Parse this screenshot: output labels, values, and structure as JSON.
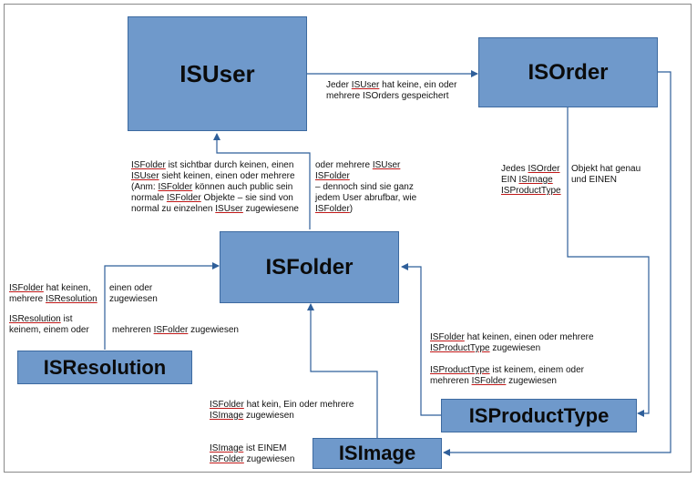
{
  "colors": {
    "entity_fill": "#6f99cb",
    "entity_border": "#3d6aa0",
    "connector": "#2f5f9a",
    "underline": "#c01818"
  },
  "entities": {
    "isuser": "ISUser",
    "isorder": "ISOrder",
    "isfolder": "ISFolder",
    "isresolution": "ISResolution",
    "isproducttype": "ISProductType",
    "isimage": "ISImage"
  },
  "notes": {
    "user_order": {
      "l1": {
        "a": "Jeder ",
        "u": "ISUser",
        "b": " hat keine, ein oder"
      },
      "l2": "mehrere ISOrders gespeichert"
    },
    "folder_user_left": {
      "l1": {
        "u": "ISFolder",
        "b": " ist sichtbar durch keinen, einen"
      },
      "l2": {
        "u": "ISUser",
        "b": " sieht keinen, einen oder mehrere"
      },
      "l3": {
        "a": "(Anm: ",
        "u": "ISFolder",
        "b": " können auch public sein"
      },
      "l4": {
        "a": "normale ",
        "u": "ISFolder",
        "b": " Objekte – sie sind von"
      },
      "l5": {
        "a": "normal zu einzelnen ",
        "u": "ISUser",
        "b": " zugewiesene"
      }
    },
    "folder_user_right": {
      "l1": {
        "a": "oder mehrere ",
        "u": "ISUser"
      },
      "l2": {
        "u": "ISFolder"
      },
      "l3": "– dennoch sind sie ganz",
      "l4": "jedem User abrufbar, wie",
      "l5": {
        "u": "ISFolder",
        "b": ")"
      }
    },
    "order_left": {
      "l1": {
        "a": "Jedes ",
        "u": "ISOrder"
      },
      "l2": {
        "a": "EIN ",
        "u": "ISImage"
      },
      "l3": {
        "u": "ISProductType"
      }
    },
    "order_right": {
      "l1": "Objekt hat genau",
      "l2": "und EINEN"
    },
    "folder_resolution_left": {
      "l1": {
        "u": "ISFolder",
        "b": " hat keinen,"
      },
      "l2": {
        "a": "mehrere ",
        "u": "ISResolution"
      }
    },
    "folder_resolution_right": {
      "l1": "einen oder",
      "l2": "zugewiesen"
    },
    "resolution_folder_left": {
      "l1": {
        "u": "ISResolution",
        "b": " ist"
      },
      "l2": "keinem, einem oder"
    },
    "resolution_folder_right": {
      "l1": {
        "a": "mehreren ",
        "u": "ISFolder",
        "b": " zugewiesen"
      }
    },
    "folder_producttype": {
      "l1": {
        "u": "ISFolder",
        "b": " hat keinen, einen oder mehrere"
      },
      "l2": {
        "u": "ISProductType",
        "b": " zugewiesen"
      }
    },
    "producttype_folder": {
      "l1": {
        "u": "ISProductType",
        "b": " ist keinem, einem oder"
      },
      "l2": {
        "a": "mehreren ",
        "u": "ISFolder",
        "b": " zugewiesen"
      }
    },
    "folder_image": {
      "l1": {
        "u": "ISFolder",
        "b": " hat kein, Ein oder mehrere"
      },
      "l2": {
        "u": "ISImage",
        "b": " zugewiesen"
      }
    },
    "image_folder": {
      "l1": {
        "u": "ISImage",
        "b": " ist EINEM"
      },
      "l2": {
        "u": "ISFolder",
        "b": " zugewiesen"
      }
    }
  }
}
